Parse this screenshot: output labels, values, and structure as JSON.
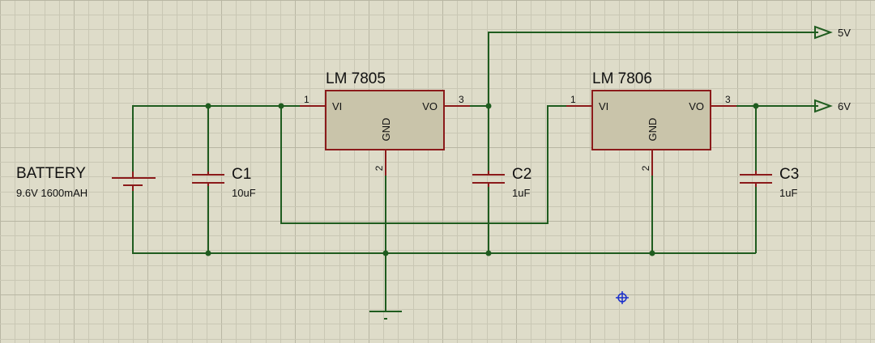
{
  "colors": {
    "background": "#dedcc9",
    "grid_minor": "#c9c7b4",
    "grid_major": "#b8b6a3",
    "wire": "#1f5c1f",
    "component_stroke": "#8b1a1a",
    "component_fill": "#c9c4aa",
    "text": "#111111",
    "cursor": "#1a2fcc"
  },
  "battery": {
    "label": "BATTERY",
    "value": "9.6V 1600mAH"
  },
  "capacitors": [
    {
      "label": "C1",
      "value": "10uF"
    },
    {
      "label": "C2",
      "value": "1uF"
    },
    {
      "label": "C3",
      "value": "1uF"
    }
  ],
  "regulators": [
    {
      "name": "LM 7805",
      "vi": "VI",
      "vo": "VO",
      "gnd": "GND",
      "pin_in": "1",
      "pin_out": "3",
      "pin_gnd": "2"
    },
    {
      "name": "LM 7806",
      "vi": "VI",
      "vo": "VO",
      "gnd": "GND",
      "pin_in": "1",
      "pin_out": "3",
      "pin_gnd": "2"
    }
  ],
  "outputs": [
    {
      "label": "5V"
    },
    {
      "label": "6V"
    }
  ],
  "icons": {
    "ground": "ground-icon",
    "cursor": "crosshair-cursor-icon",
    "terminal": "output-terminal-icon"
  }
}
